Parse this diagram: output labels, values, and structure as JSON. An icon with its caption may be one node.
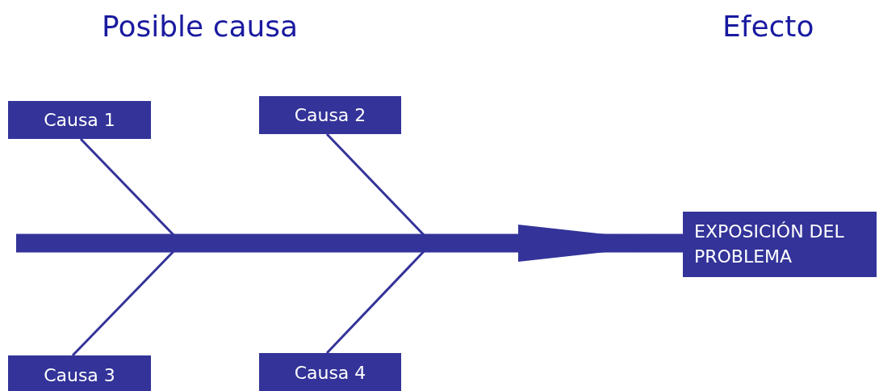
{
  "diagram": {
    "nodes": [
      {
        "text": [
          "Causa 1"
        ]
      },
      {
        "text": [
          "Causa 2"
        ]
      },
      {
        "text": [
          "Causa 3"
        ]
      },
      {
        "text": [
          "Causa 4"
        ]
      },
      {
        "text": [
          "EXPOSICIÓN DEL PROBLEMA"
        ]
      }
    ],
    "edges": [
      {
        "from": 0,
        "to": null,
        "arrow": "none"
      },
      {
        "from": 1,
        "to": null,
        "arrow": "none"
      },
      {
        "from": 2,
        "to": null,
        "arrow": "none"
      },
      {
        "from": 3,
        "to": null,
        "arrow": "none"
      },
      {
        "from": null,
        "to": 4,
        "arrow": "to",
        "style": "thick"
      }
    ],
    "labels": [
      "Posible causa",
      "Efecto"
    ]
  }
}
